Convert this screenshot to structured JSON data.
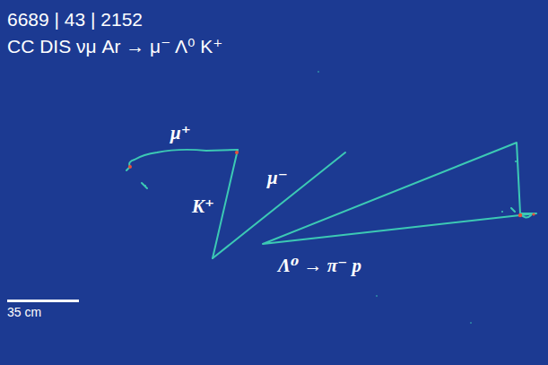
{
  "diagram": {
    "title": "6689 | 43 | 2152",
    "labels": [
      "CC DIS νμ Ar → μ⁻ Λ⁰ K⁺",
      "μ⁺",
      "K⁺",
      "μ⁻",
      "Λ⁰ → π⁻ p",
      "35 cm"
    ]
  }
}
